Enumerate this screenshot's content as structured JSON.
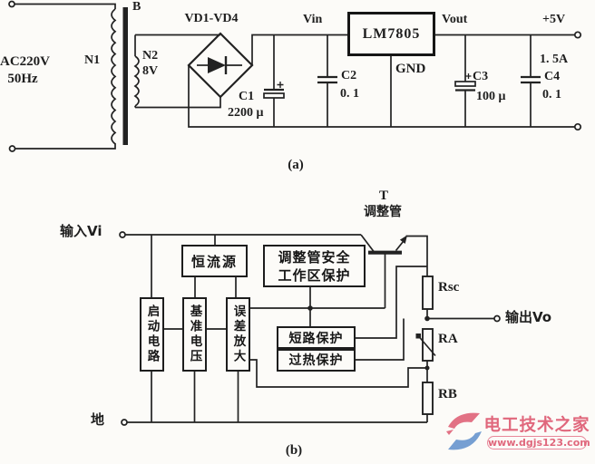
{
  "figure_a": {
    "label": "(a)",
    "ac_line1": "AC220V",
    "ac_line2": "50Hz",
    "primary_winding": "N1",
    "secondary_winding": "N2",
    "secondary_voltage": "8V",
    "core": "B",
    "bridge": "VD1-VD4",
    "ic": "LM7805",
    "vin": "Vin",
    "vout": "Vout",
    "gnd": "GND",
    "output_voltage": "+5V",
    "output_current": "1. 5A",
    "c1": "C1",
    "c1_val": "2200 μ",
    "c2": "C2",
    "c2_val": "0. 1",
    "c3": "C3",
    "c3_val": "100 μ",
    "c4": "C4",
    "c4_val": "0. 1"
  },
  "figure_b": {
    "label": "(b)",
    "input": "输入Vi",
    "ground": "地",
    "output": "输出Vo",
    "transistor_id": "T",
    "transistor_name": "调整管",
    "block_constant_current": "恒流源",
    "block_startup": "启动电路",
    "block_reference": "基准电压",
    "block_error_amp": "误差放大",
    "block_soa_line1": "调整管安全",
    "block_soa_line2": "工作区保护",
    "block_short_protect": "短路保护",
    "block_thermal_protect": "过热保护",
    "r_sc": "Rsc",
    "r_a": "RA",
    "r_b": "RB"
  },
  "watermark": {
    "site_name": "电工技术之家",
    "site_url": "www.dgjs123.com",
    "pink": "#e0677c",
    "blue": "#6b98cf"
  },
  "colors": {
    "line": "#222222",
    "bg": "#fcfbf8"
  }
}
